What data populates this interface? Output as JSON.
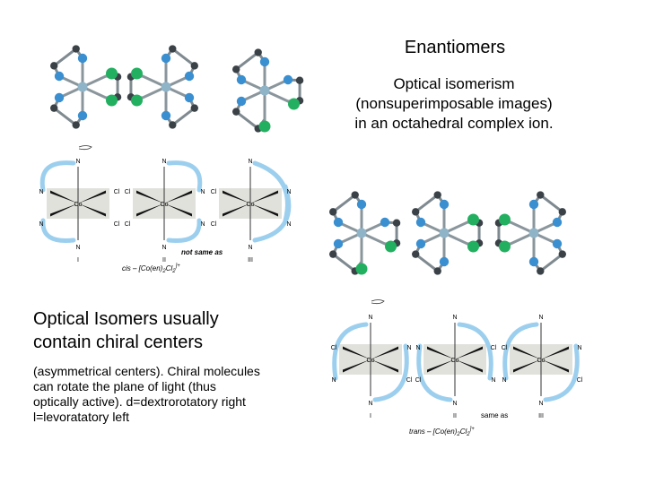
{
  "slide": {
    "title": "Enantiomers",
    "subtitle_lines": [
      "Optical isomerism",
      "(nonsuperimposable images)",
      "in an octahedral complex ion."
    ],
    "heading_lines": [
      "Optical Isomers usually",
      "contain chiral centers"
    ],
    "body_lines": [
      "(asymmetrical centers).  Chiral molecules",
      "can rotate the plane of light (thus",
      "optically active).  d=dextrorotatory  right",
      "l=levoratatory left"
    ]
  },
  "figures": {
    "cis": {
      "caption_prefix": "cis – [Co(en)",
      "caption_sub1": "2",
      "caption_mid": "Cl",
      "caption_sub2": "2",
      "caption_sup": "]+",
      "compare_note": "not same as",
      "labels": [
        "I",
        "II",
        "III"
      ],
      "metal": "Co",
      "ligand_n": "N",
      "ligand_cl": "Cl"
    },
    "trans": {
      "caption_prefix": "trans – [Co(en)",
      "caption_sub1": "2",
      "caption_mid": "Cl",
      "caption_sub2": "2",
      "caption_sup": "]+",
      "compare_note": "same as",
      "labels": [
        "I",
        "II",
        "III"
      ],
      "metal": "Co",
      "ligand_n": "N",
      "ligand_cl": "Cl"
    }
  },
  "colors": {
    "metal_atom": "#8fb4c8",
    "nitrogen_atom": "#3a8fd0",
    "carbon_atom": "#3a4248",
    "chlorine_atom": "#22b060",
    "chelate_arc": "#9ccfee",
    "plane": "#e1e1dc"
  }
}
